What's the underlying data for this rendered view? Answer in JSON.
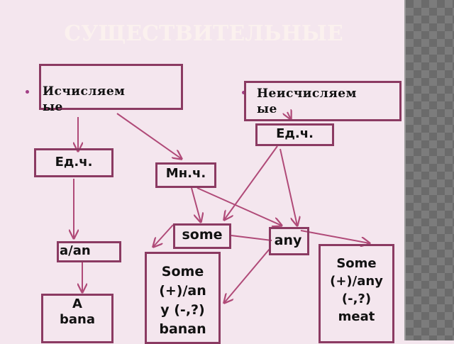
{
  "title": "СУЩЕСТВИТЕЛЬНЫЕ",
  "colors": {
    "background": "#f4e6ee",
    "box_border": "#8b3a62",
    "connector": "#b04a78",
    "title": "#fbf1ee",
    "bullet": "#a23f86"
  },
  "left_branch": {
    "category": {
      "line1": "Исчисляем",
      "line2": "ые"
    },
    "singular": "Ед.ч.",
    "plural": "Мн.ч.",
    "article": "a/an",
    "example": {
      "line1": "A",
      "line2": "bana"
    }
  },
  "right_branch": {
    "category": {
      "line1": "Неисчисляем",
      "line2": "ые"
    },
    "singular": "Ед.ч."
  },
  "quantifiers": {
    "some": "some",
    "any": "any"
  },
  "examples": {
    "countable_plural": {
      "line1": "Some",
      "line2": "(+)/an",
      "line3": "y (-,?)",
      "line4": "banan"
    },
    "uncountable": {
      "line1": "Some",
      "line2": "(+)/any",
      "line3": "(-,?)",
      "line4": "meat"
    }
  }
}
